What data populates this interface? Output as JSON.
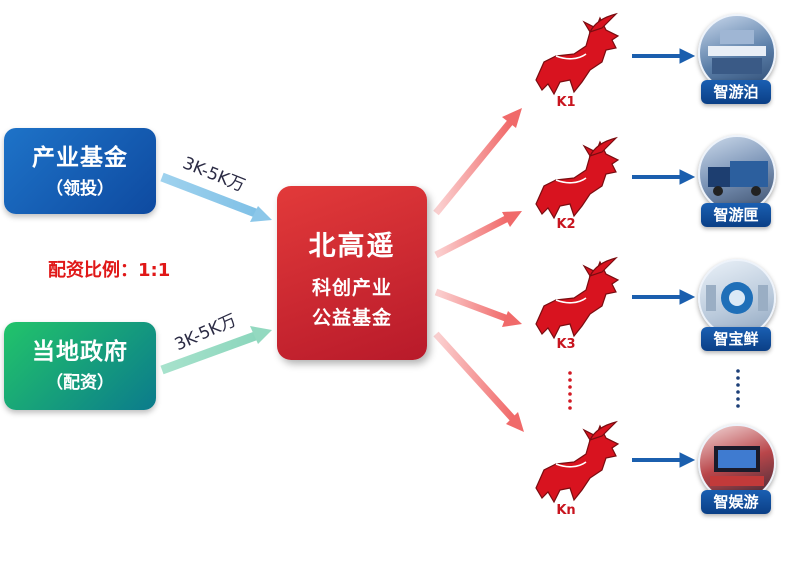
{
  "sources": {
    "fund": {
      "title": "产业基金",
      "subtitle": "（领投）"
    },
    "gov": {
      "title": "当地政府",
      "subtitle": "（配资）"
    }
  },
  "ratio": "配资比例：1:1",
  "amounts": [
    "3K-5K万",
    "3K-5K万"
  ],
  "center": {
    "line1": "北高遥",
    "line2": "科创产业",
    "line3": "公益基金"
  },
  "bulls": [
    {
      "label": "K1",
      "target": "智游泊"
    },
    {
      "label": "K2",
      "target": "智游匣"
    },
    {
      "label": "K3",
      "target": "智宝鲜"
    },
    {
      "label": "Kn",
      "target": "智娱游"
    }
  ],
  "colors": {
    "fund": "#1565c0",
    "gov": "#1fae6e",
    "center": "#d02a33",
    "bull": "#d8131f",
    "tag": "#0e4a98"
  }
}
